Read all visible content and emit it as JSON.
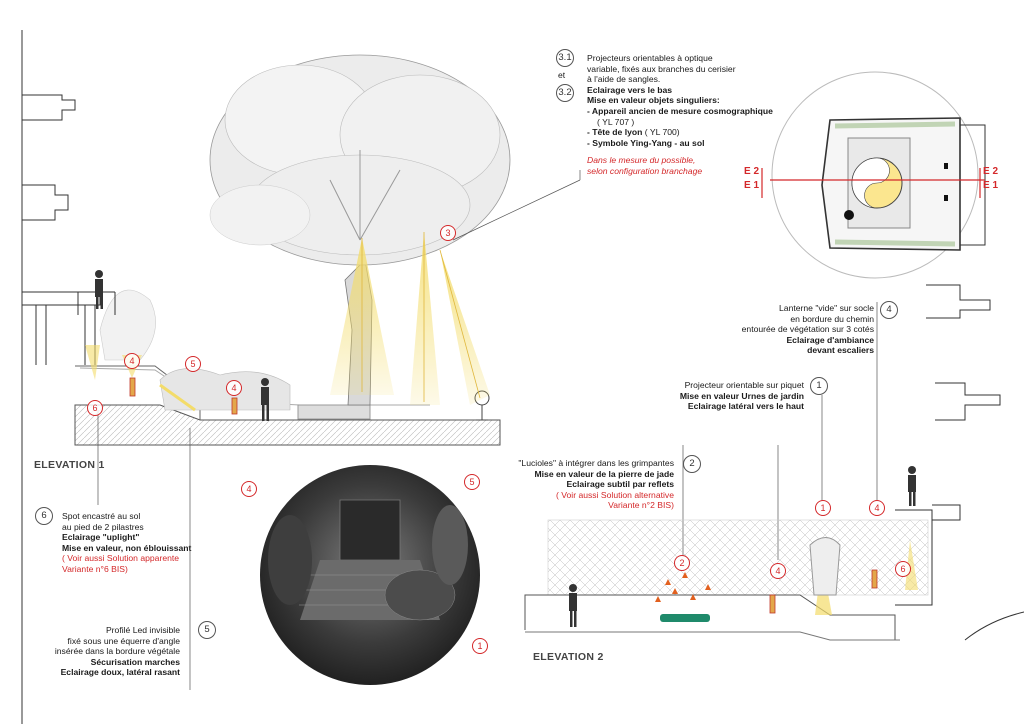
{
  "colors": {
    "accent_red": "#d4282a",
    "light_beam": "#f3dc6a",
    "line": "#555555"
  },
  "titles": {
    "elevation_1": "ELEVATION 1",
    "elevation_2": "ELEVATION 2"
  },
  "callouts": {
    "c3": {
      "marker_top": "3.1",
      "marker_join": "et",
      "marker_bottom": "3.2",
      "lines": [
        "Projecteurs orientables à optique",
        "variable, fixés aux branches du cerisier",
        "à l'aide de sangles."
      ],
      "bold_lines": [
        "Eclairage vers le bas",
        "Mise en valeur objets singuliers:",
        "- Appareil ancien de mesure cosmographique"
      ],
      "sub_note": "( YL 707 )",
      "item2_bold": "- Tête de lyon",
      "item2_ref": "( YL 700)",
      "item3_bold": "- Symbole Ying-Yang - au sol",
      "red_note": [
        "Dans le mesure du possible,",
        "selon configuration branchage"
      ]
    },
    "c4": {
      "marker": "4",
      "lines": [
        "Lanterne \"vide\" sur socle",
        "en bordure du chemin",
        "entourée de végétation sur 3 cotés"
      ],
      "bold_lines": [
        "Eclairage d'ambiance",
        "devant escaliers"
      ]
    },
    "c1": {
      "marker": "1",
      "lines": [
        "Projecteur orientable sur piquet"
      ],
      "bold_lines": [
        "Mise en valeur Urnes de jardin",
        "Eclairage latéral vers le haut"
      ]
    },
    "c2": {
      "marker": "2",
      "lines": [
        "\"Lucioles\" à intégrer dans les grimpantes"
      ],
      "bold_lines": [
        "Mise en valeur de la pierre de jade",
        "Eclairage subtil par reflets"
      ],
      "red_lines": [
        "( Voir aussi Solution alternative",
        "Variante n°2 BIS)"
      ]
    },
    "c6": {
      "marker": "6",
      "lines": [
        "Spot encastré au sol",
        "au pied de 2 pilastres"
      ],
      "bold_lines": [
        "Eclairage \"uplight\"",
        "Mise en valeur, non éblouissant"
      ],
      "red_lines": [
        "( Voir aussi Solution apparente",
        "Variante n°6 BIS)"
      ]
    },
    "c5": {
      "marker": "5",
      "lines": [
        "Profilé Led invisible",
        "fixé sous une équerre d'angle",
        "insérée dans la bordure végétale"
      ],
      "bold_lines": [
        "Sécurisation marches",
        "Eclairage doux, latéral rasant"
      ]
    }
  },
  "drawing_markers": {
    "elevation_1": [
      "6",
      "4",
      "5",
      "4",
      "3"
    ],
    "elevation_2": [
      "2",
      "4",
      "1",
      "4",
      "6"
    ],
    "photo": [
      "4",
      "5",
      "1"
    ]
  },
  "plan": {
    "section_labels": [
      "E 2",
      "E 1",
      "E 2",
      "E 1"
    ]
  }
}
